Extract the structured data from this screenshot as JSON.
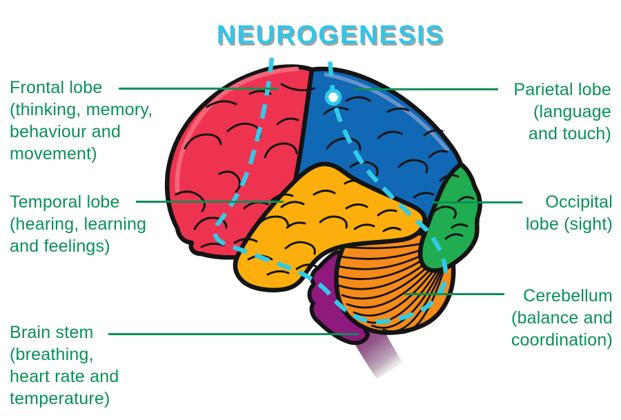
{
  "title": {
    "text": "NEUROGENESIS"
  },
  "labels": {
    "frontal": {
      "name": "Frontal lobe",
      "detail": [
        "(thinking, memory,",
        "behaviour and",
        "movement)"
      ]
    },
    "parietal": {
      "name": "Parietal lobe",
      "detail": [
        "(language",
        "and touch)"
      ]
    },
    "temporal": {
      "name": "Temporal lobe",
      "detail": [
        "(hearing, learning",
        "and feelings)"
      ]
    },
    "occipital": {
      "name": "Occipital",
      "detail": [
        "lobe (sight)"
      ]
    },
    "cerebellum": {
      "name": "Cerebellum",
      "detail": [
        "(balance and",
        "coordination)"
      ]
    },
    "brainstem": {
      "name": "Brain stem",
      "detail": [
        "(breathing,",
        "heart rate and",
        "temperature)"
      ]
    }
  },
  "colors": {
    "label_green": "#079155",
    "title_cyan": "#2FC6E9",
    "title_shadow": "#A3A3A3",
    "frontal_red": "#EE3350",
    "frontal_red_highlight": "#F4697C",
    "parietal_blue": "#1168B5",
    "parietal_blue_highlight": "#7E9CD0",
    "temporal_yellow": "#FCAF0C",
    "occipital_green": "#22AC51",
    "cerebellum_orange": "#F68A1B",
    "brainstem_purple": "#8E1A7E",
    "dash_cyan": "#31CBE8",
    "outline_black": "#141414"
  }
}
